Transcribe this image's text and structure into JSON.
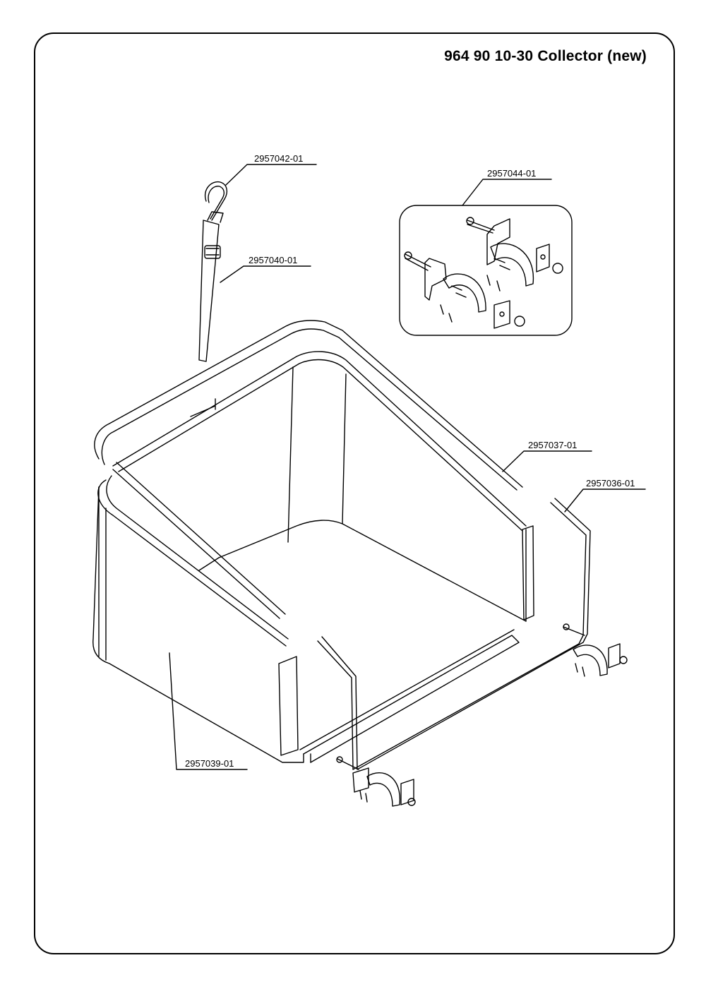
{
  "title": "964 90 10-30 Collector (new)",
  "parts": {
    "p2957042": "2957042-01",
    "p2957040": "2957040-01",
    "p2957044": "2957044-01",
    "p2957037": "2957037-01",
    "p2957036": "2957036-01",
    "p2957039": "2957039-01"
  }
}
